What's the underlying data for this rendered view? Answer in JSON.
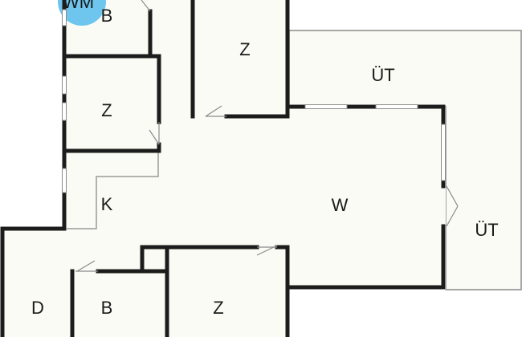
{
  "plan": {
    "rooms": {
      "wm": "WM",
      "bath_top": "B",
      "bedroom_top_left": "Z",
      "bedroom_top_center": "Z",
      "terrace_top": "ÜT",
      "terrace_right": "ÜT",
      "kitchen": "K",
      "living": "W",
      "shower": "D",
      "bath_bottom": "B",
      "bedroom_bottom": "Z"
    },
    "colors": {
      "floor": "#fbfbf5",
      "wall": "#1c1c1c",
      "outline": "#8a8a8a",
      "window": "#ffffff",
      "accent": "#6ec6ee"
    }
  }
}
